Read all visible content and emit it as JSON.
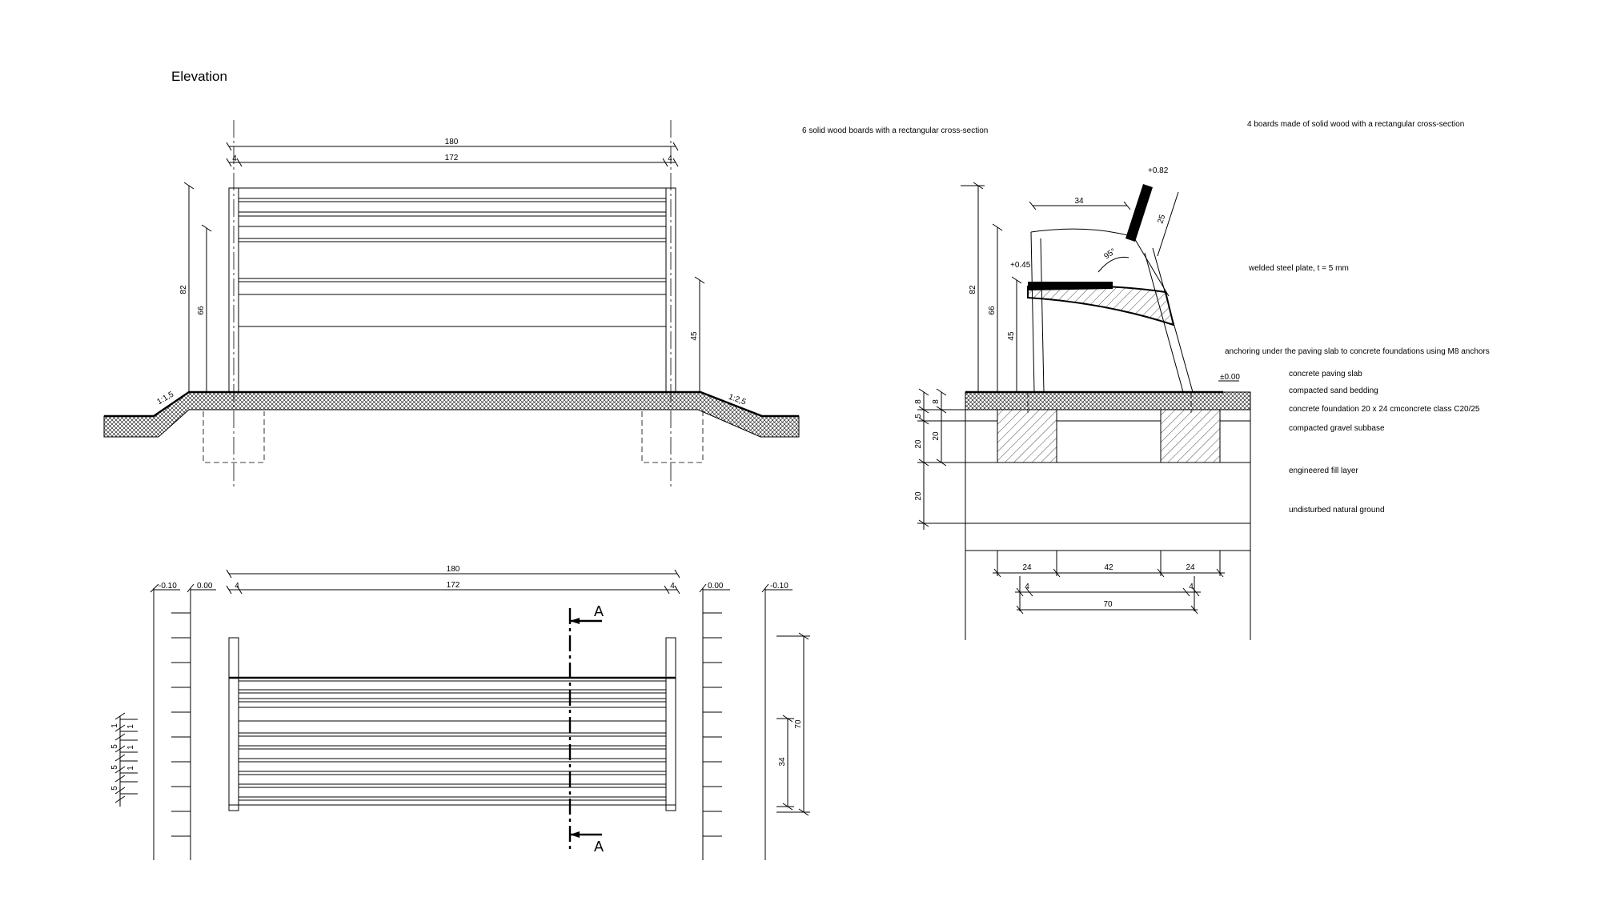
{
  "elevation": {
    "title": "Elevation",
    "dims": {
      "total_width": "180",
      "inner_width": "172",
      "post_left": "4",
      "post_right": "4",
      "height_total": "82",
      "height_back": "66",
      "height_seat": "45",
      "slope_left": "1:1,5",
      "slope_right": "1:2,5"
    }
  },
  "plan": {
    "dims": {
      "total_width": "180",
      "inner_width": "172",
      "post_left": "4",
      "post_right": "4",
      "depth_total": "70",
      "depth_seat": "34",
      "level_outer_left": "-0.10",
      "level_inner_left": "0.00",
      "level_inner_right": "0.00",
      "level_outer_right": "-0.10",
      "board_gap": "1",
      "board_width": "5"
    },
    "section_marker_top": "A",
    "section_marker_bottom": "A"
  },
  "section": {
    "notes": {
      "seat_boards": "6 solid wood boards with a rectangular cross-section",
      "back_boards": "4 boards made of solid wood with a rectangular cross-section",
      "steel_plate": "welded steel plate, t = 5 mm",
      "anchoring": "anchoring under the paving slab to concrete foundations using M8 anchors"
    },
    "levels": {
      "top": "+0.82",
      "seat": "+0.45",
      "ground": "±0.00"
    },
    "dims": {
      "seat_depth": "34",
      "back_len": "25",
      "angle": "95°",
      "h_total": "82",
      "h_back": "66",
      "h_seat": "45",
      "paving": "8",
      "paving_b": "8",
      "sand": "5",
      "foundation": "20",
      "gravel": "20",
      "fill": "20",
      "found_w_left": "24",
      "found_gap": "42",
      "found_w_right": "24",
      "inset_left": "4",
      "inset_right": "4",
      "span": "70"
    },
    "layers": {
      "paving_slab": "concrete paving slab",
      "sand_bedding": "compacted sand bedding",
      "foundation": "concrete foundation 20 x 24 cmconcrete class C20/25",
      "gravel": "compacted gravel subbase",
      "fill": "engineered fill layer",
      "natural": "undisturbed natural ground"
    }
  }
}
